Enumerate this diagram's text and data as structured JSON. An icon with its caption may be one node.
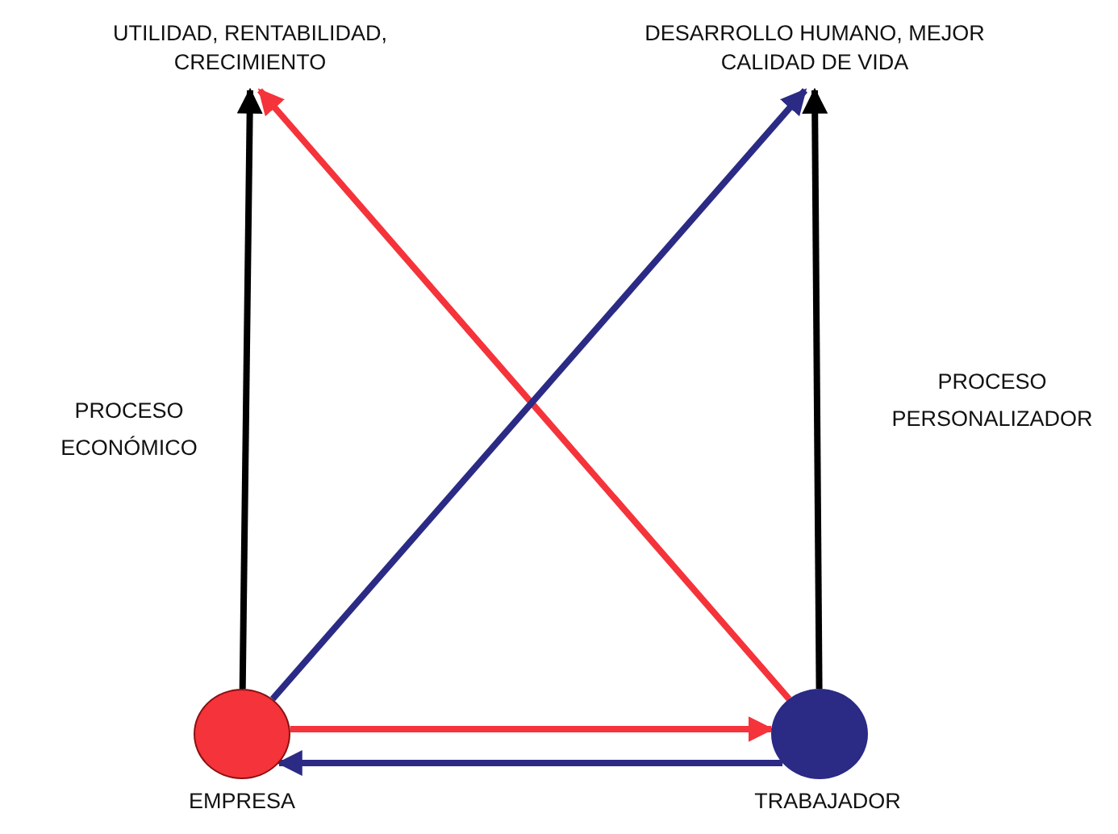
{
  "diagram": {
    "nodes": [
      {
        "text": [
          "UTILIDAD, RENTABILIDAD, CRECIMIENTO"
        ]
      },
      {
        "text": [
          "DESARROLLO HUMANO, MEJOR CALIDAD DE VIDA"
        ]
      },
      {
        "text": [],
        "shape": "circle",
        "beside": [
          "EMPRESA"
        ]
      },
      {
        "text": [],
        "shape": "circle",
        "beside": [
          "TRABAJADOR"
        ]
      }
    ],
    "edges": [
      {
        "from": 2,
        "to": 0,
        "arrow": "to"
      },
      {
        "from": 3,
        "to": 1,
        "arrow": "to"
      },
      {
        "from": 3,
        "to": 0,
        "arrow": "to",
        "color": "#f5333a"
      },
      {
        "from": 2,
        "to": 1,
        "arrow": "to",
        "color": "#2b2a85"
      },
      {
        "from": 2,
        "to": 3,
        "arrow": "to",
        "color": "#f5333a"
      },
      {
        "from": 3,
        "to": 2,
        "arrow": "to",
        "color": "#2b2a85"
      }
    ],
    "labels": [
      "PROCESO ECONÓMICO",
      "PROCESO PERSONALIZADOR"
    ]
  }
}
